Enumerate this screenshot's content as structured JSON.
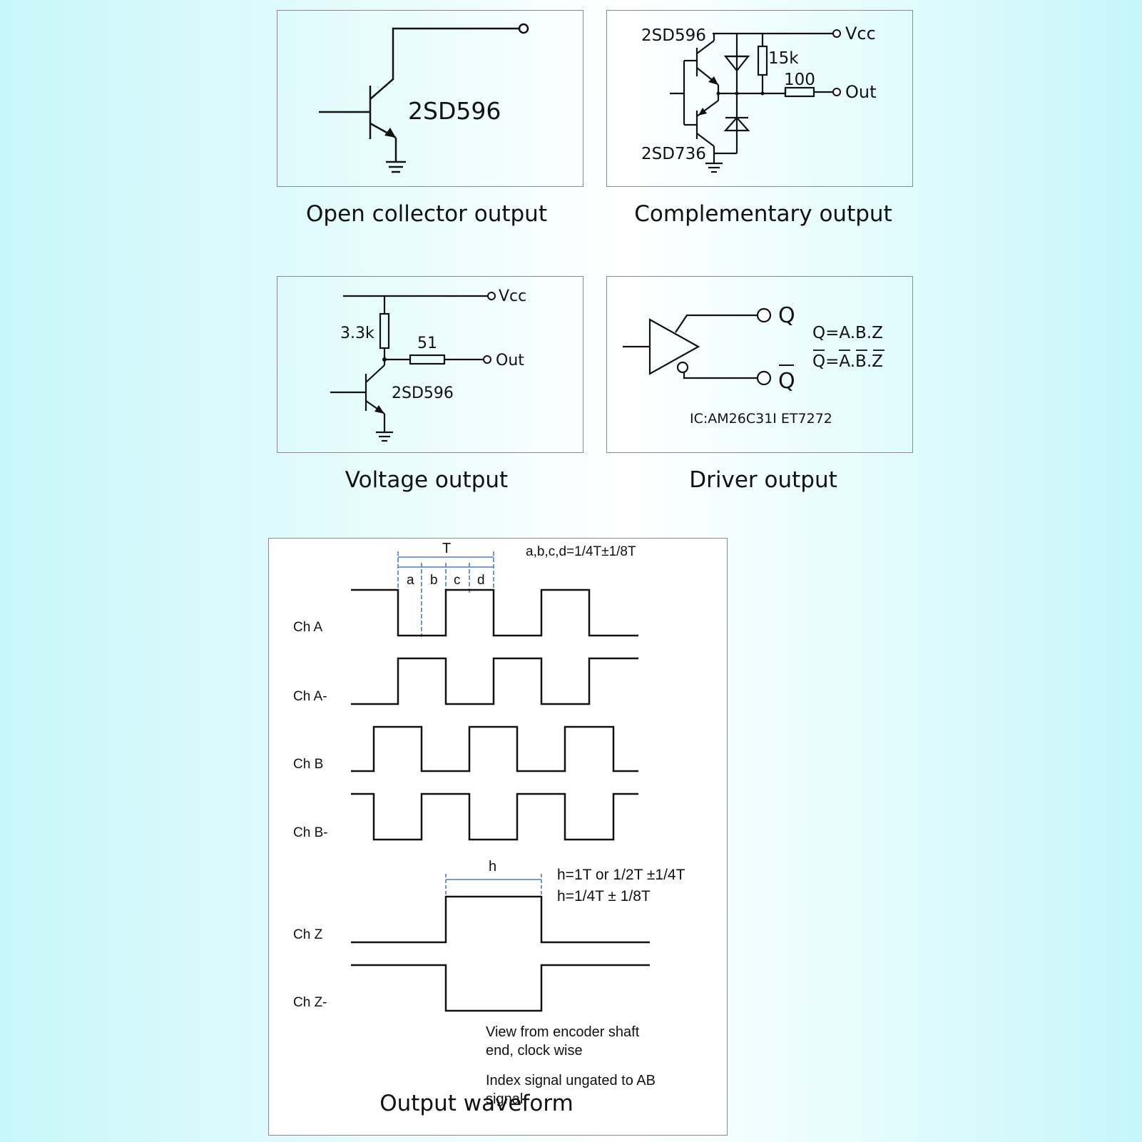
{
  "panels": {
    "open_collector": {
      "caption": "Open collector output",
      "transistor": "2SD596"
    },
    "complementary": {
      "caption": "Complementary output",
      "transistor_top": "2SD596",
      "transistor_bottom": "2SD736",
      "resistor_pullup": "15k",
      "resistor_series": "100",
      "vcc": "Vcc",
      "out": "Out"
    },
    "voltage": {
      "caption": "Voltage output",
      "resistor_pullup": "3.3k",
      "resistor_series": "51",
      "vcc": "Vcc",
      "out": "Out",
      "transistor": "2SD596"
    },
    "driver": {
      "caption": "Driver output",
      "q_label": "Q",
      "qbar_label": "Q",
      "eq1": "Q=A.B.Z",
      "eq2_lhs": "Q",
      "eq2_mid": "=",
      "eq2_a": "A",
      "eq2_dot1": ".",
      "eq2_b": "B",
      "eq2_dot2": ".",
      "eq2_z": "Z",
      "ic": "IC:AM26C31I  ET7272"
    }
  },
  "waveform": {
    "caption": "Output waveform",
    "period_label": "T",
    "tolerance_note": "a,b,c,d=1/4T±1/8T",
    "segment_labels": [
      "a",
      "b",
      "c",
      "d"
    ],
    "channels": [
      "Ch A",
      "Ch A-",
      "Ch B",
      "Ch B-",
      "Ch Z",
      "Ch Z-"
    ],
    "index_label": "h",
    "index_note_1": "h=1T or 1/2T ±1/4T",
    "index_note_2": "h=1/4T ± 1/8T",
    "view_note_1": "View from encoder shaft",
    "view_note_2": "end, clock wise",
    "index_gate_1": "Index signal ungated to AB",
    "index_gate_2": "signal"
  }
}
